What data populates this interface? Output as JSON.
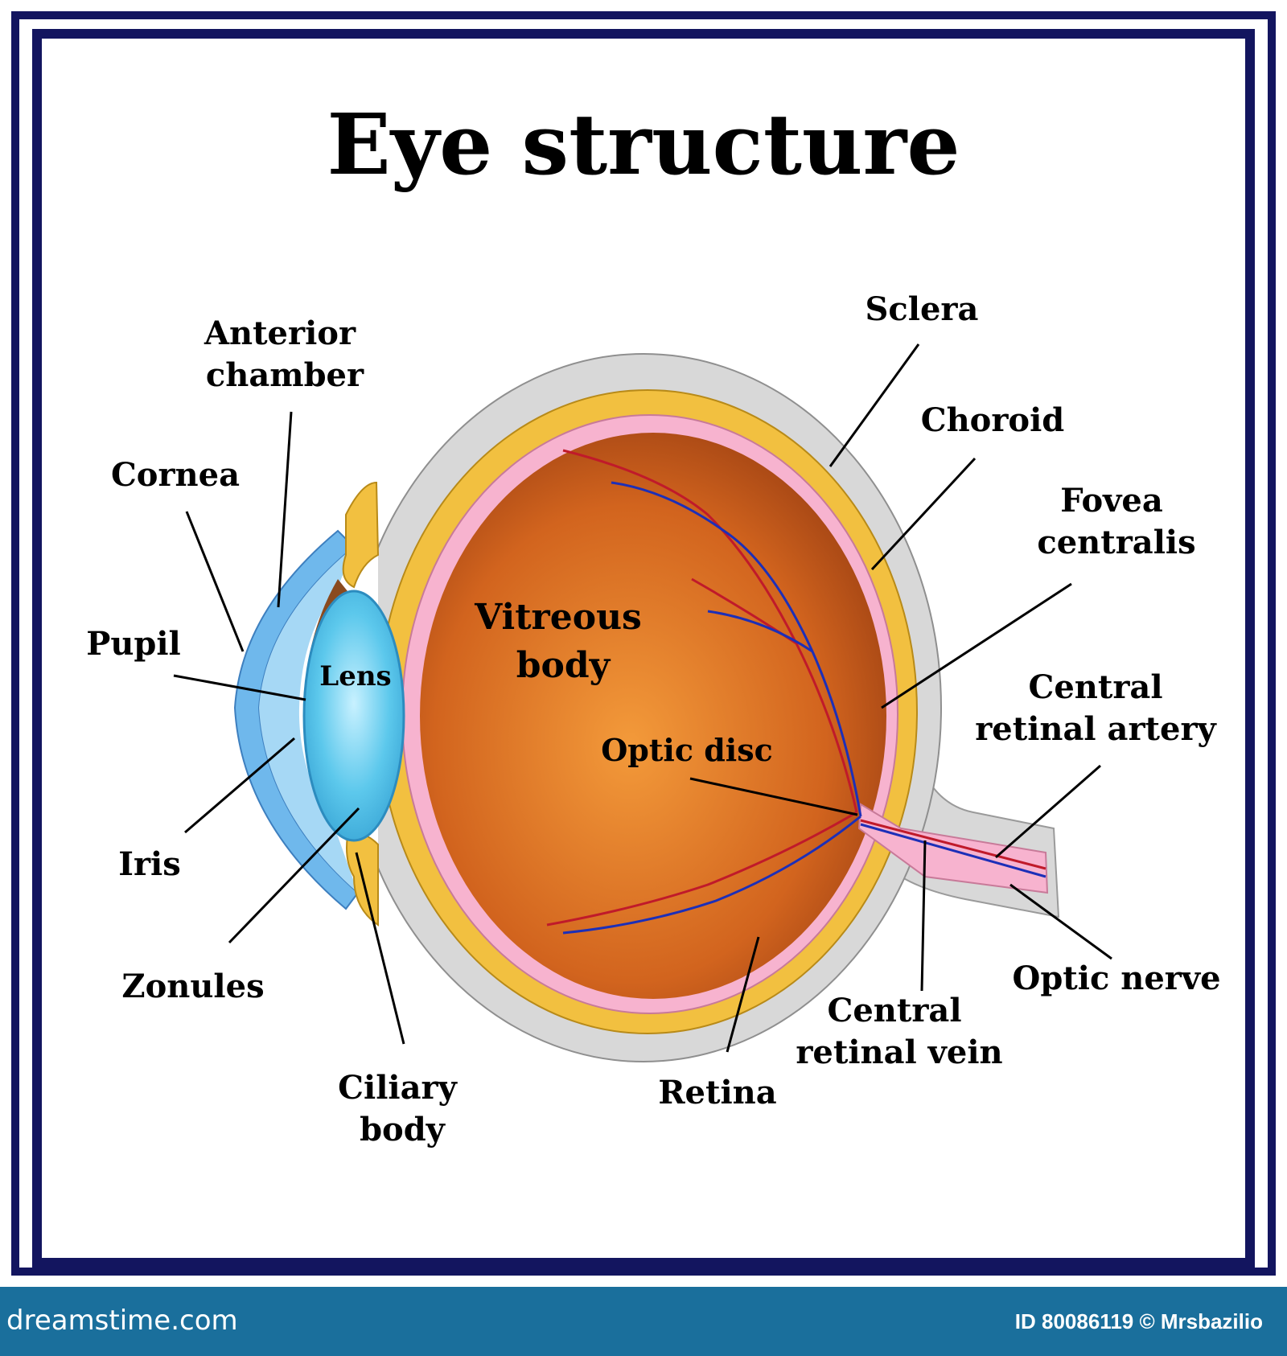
{
  "title": "Eye structure",
  "labels": {
    "anterior_chamber_1": "Anterior",
    "anterior_chamber_2": "chamber",
    "cornea": "Cornea",
    "pupil": "Pupil",
    "iris": "Iris",
    "zonules": "Zonules",
    "ciliary_body_1": "Ciliary",
    "ciliary_body_2": "body",
    "lens": "Lens",
    "vitreous_body_1": "Vitreous",
    "vitreous_body_2": "body",
    "optic_disc": "Optic disc",
    "sclera": "Sclera",
    "choroid": "Choroid",
    "fovea_centralis_1": "Fovea",
    "fovea_centralis_2": "centralis",
    "central_retinal_artery_1": "Central",
    "central_retinal_artery_2": "retinal artery",
    "optic_nerve": "Optic nerve",
    "central_retinal_vein_1": "Central",
    "central_retinal_vein_2": "retinal vein",
    "retina": "Retina"
  },
  "footer": {
    "brand": "dreamstime.com",
    "id_text": "ID 80086119 © Mrsbazilio"
  },
  "colors": {
    "border": "#13155f",
    "sclera": "#d8d8d8",
    "choroid": "#f2c040",
    "retina": "#f7b3cf",
    "vitreous": "#e07a28",
    "lens": "#5cc8ec",
    "cornea": "#6fb8ec",
    "artery": "#c01a2a",
    "vein": "#1c2fb8",
    "footer": "#1a6f9c"
  }
}
